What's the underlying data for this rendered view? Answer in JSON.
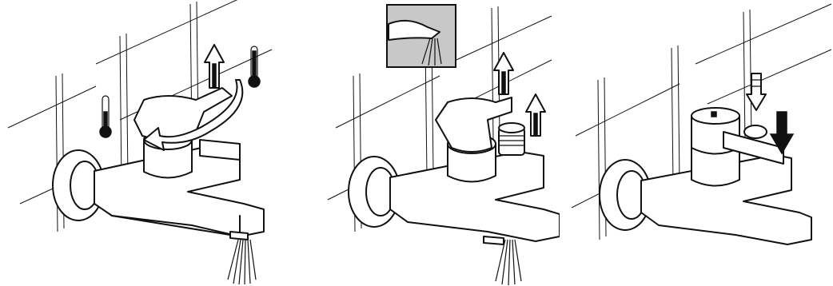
{
  "figure": {
    "panels": [
      {
        "id": "temperature-adjust",
        "icons": [
          "cold-thermometer-icon",
          "hot-thermometer-icon",
          "flow-up-arrow-icon",
          "rotate-arrow-icon"
        ]
      },
      {
        "id": "diverter-pull",
        "icons": [
          "spout-spray-inset",
          "lever-up-arrow-icon",
          "diverter-up-arrow-icon"
        ]
      },
      {
        "id": "diverter-reset",
        "icons": [
          "lever-down-arrow-icon",
          "diverter-down-arrow-icon"
        ]
      }
    ],
    "colors": {
      "line": "#111111",
      "inset_bg": "#c8c8c8",
      "background": "#ffffff"
    }
  }
}
